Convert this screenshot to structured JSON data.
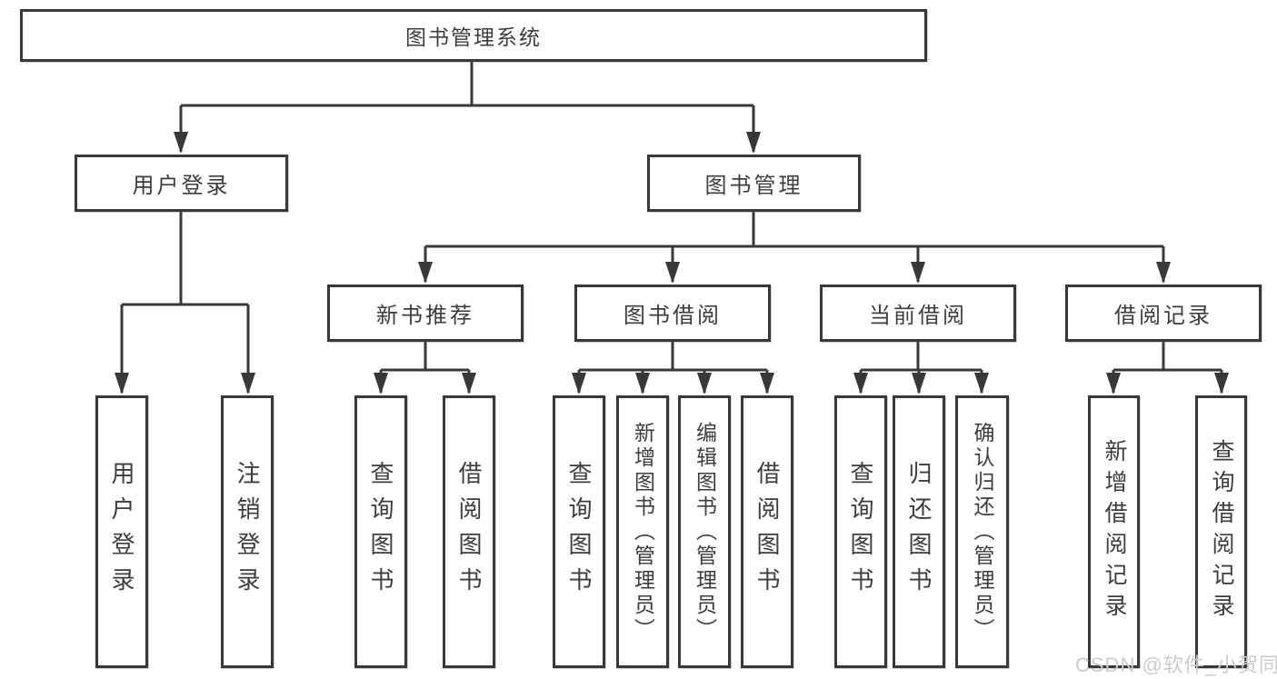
{
  "tree": {
    "root": {
      "label": "图书管理系统",
      "children": [
        {
          "label": "用户登录",
          "children": [
            {
              "label": "用户登录"
            },
            {
              "label": "注销登录"
            }
          ]
        },
        {
          "label": "图书管理",
          "children": [
            {
              "label": "新书推荐",
              "children": [
                {
                  "label": "查询图书"
                },
                {
                  "label": "借阅图书"
                }
              ]
            },
            {
              "label": "图书借阅",
              "children": [
                {
                  "label": "查询图书"
                },
                {
                  "label": "新增图书（管理员）"
                },
                {
                  "label": "编辑图书（管理员）"
                },
                {
                  "label": "借阅图书"
                }
              ]
            },
            {
              "label": "当前借阅",
              "children": [
                {
                  "label": "查询图书"
                },
                {
                  "label": "归还图书"
                },
                {
                  "label": "确认归还（管理员）"
                }
              ]
            },
            {
              "label": "借阅记录",
              "children": [
                {
                  "label": "新增借阅记录"
                },
                {
                  "label": "查询借阅记录"
                }
              ]
            }
          ]
        }
      ]
    }
  },
  "colors": {
    "line": "#383838",
    "text": "#3d3d3d",
    "watermark": "#cbcbcb"
  },
  "watermark": "CSDN @软件_小贺同学"
}
